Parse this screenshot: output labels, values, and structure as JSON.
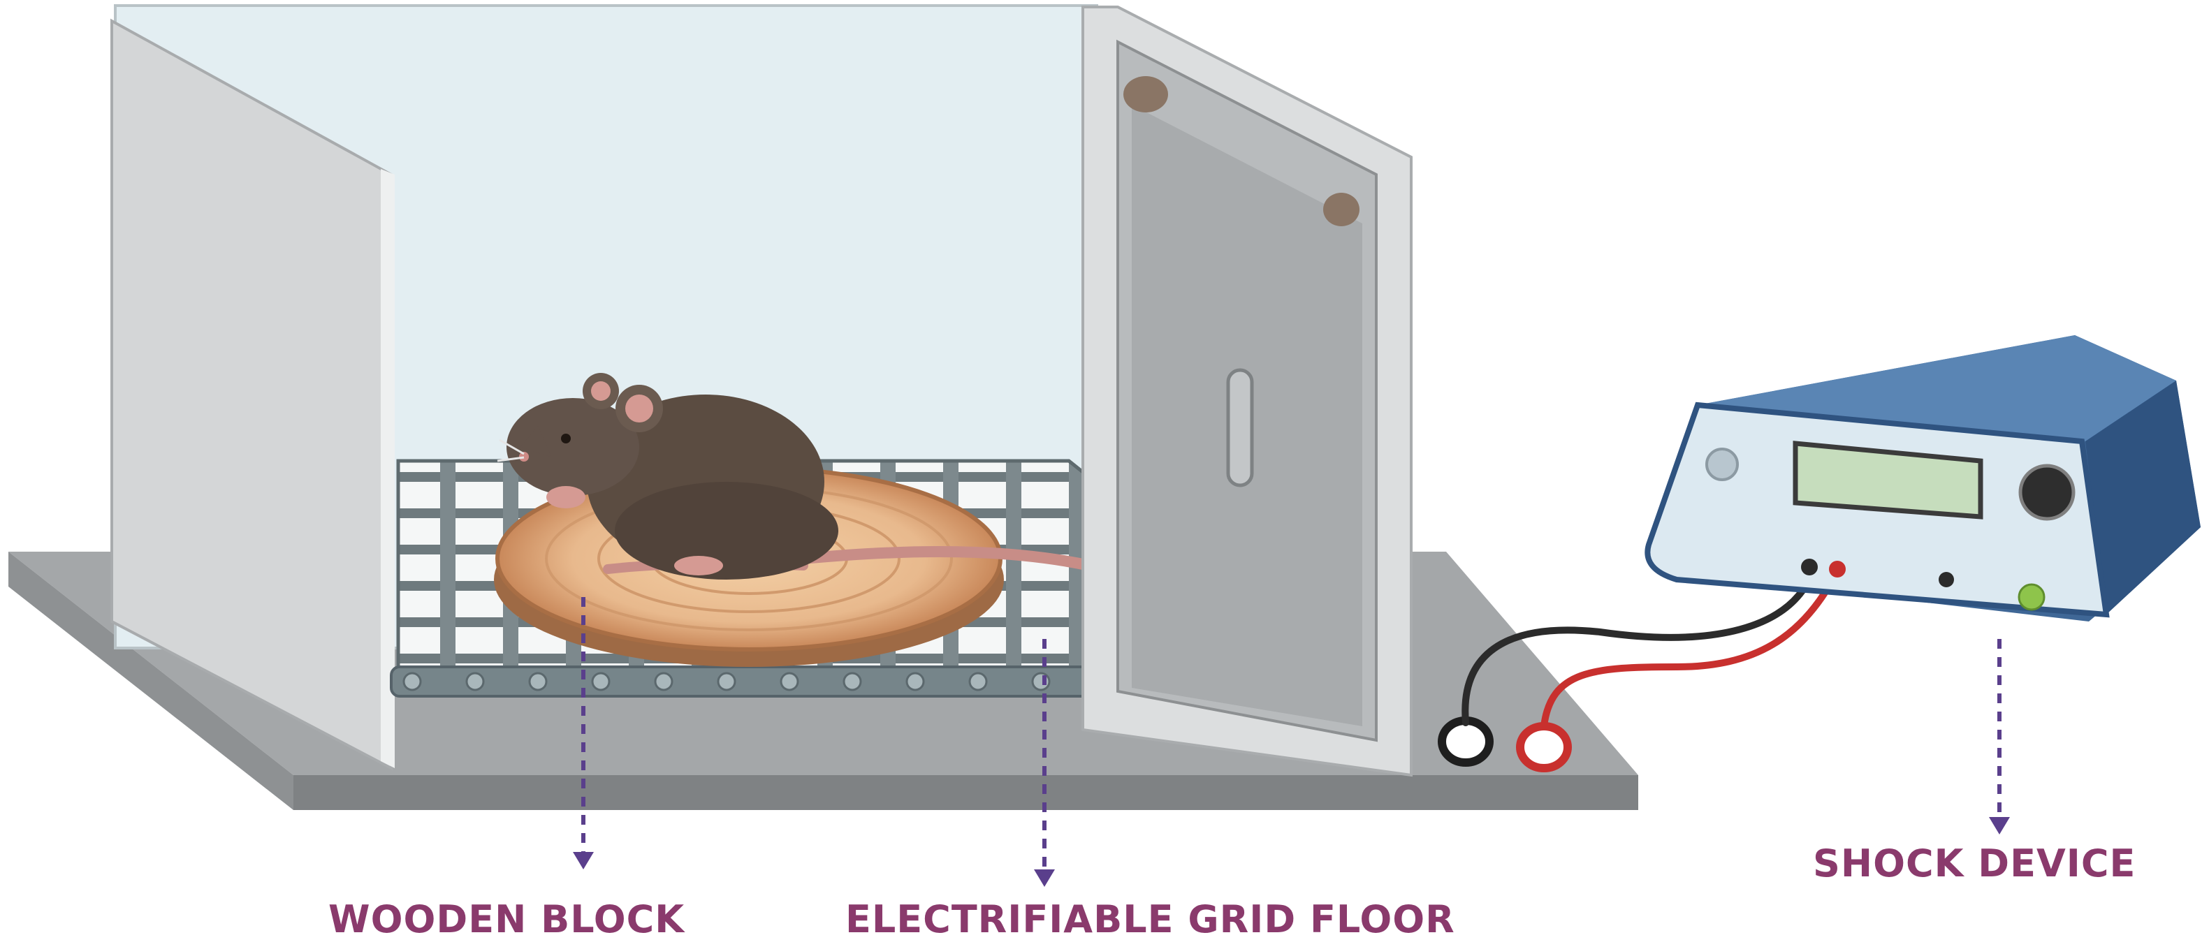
{
  "labels": {
    "wooden_block": "WOODEN BLOCK",
    "grid_floor": "ELECTRIFIABLE GRID FLOOR",
    "shock_device": "SHOCK DEVICE"
  },
  "icons": [
    "mouse-icon",
    "wooden-block-icon",
    "grid-floor-icon",
    "shock-device-icon",
    "electrode-icon"
  ],
  "colors": {
    "label_text": "#8a3a6c",
    "arrow": "#5a3f8c",
    "device_body": "#3f6796",
    "device_panel": "#dce9f1",
    "display": "#c6ddbd",
    "lead_black": "#2b2b2b",
    "lead_red": "#c8302e",
    "grid_bars": "#69767a",
    "wood": "#e8b98d",
    "mouse": "#5b4c41",
    "wall": "#d9dbdc",
    "back_wall": "#e4eff3",
    "base": "#9c9fa1"
  }
}
